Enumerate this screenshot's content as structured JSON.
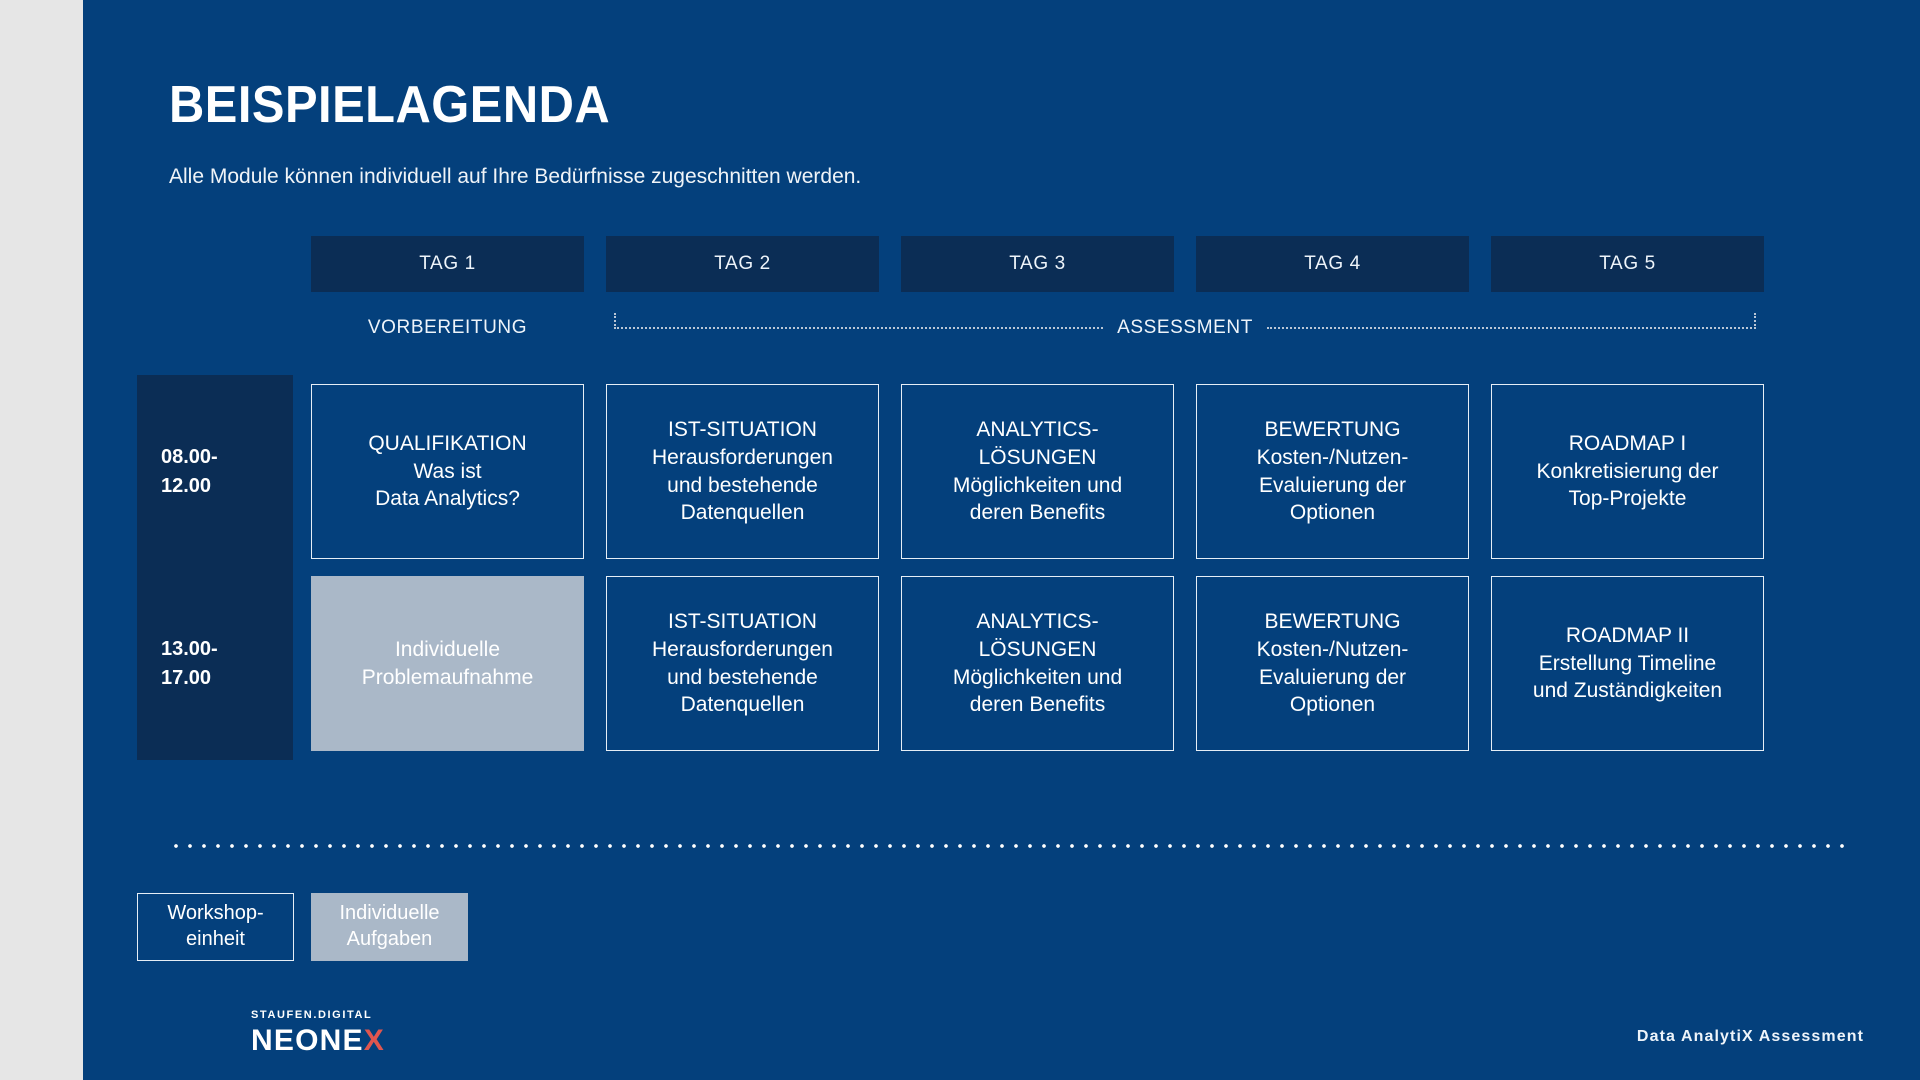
{
  "theme": {
    "slide_bg": "#04407c",
    "left_strip_bg": "#e6e6e6",
    "dark_panel": "#0b2d55",
    "accent_fill": "#aab8c8",
    "text_light": "#ffffff",
    "logo_accent": "#e0564f"
  },
  "header": {
    "title": "BEISPIELAGENDA",
    "subtitle": "Alle Module können individuell auf Ihre Bedürfnisse zugeschnitten werden."
  },
  "days": [
    {
      "label": "TAG 1"
    },
    {
      "label": "TAG 2"
    },
    {
      "label": "TAG 3"
    },
    {
      "label": "TAG 4"
    },
    {
      "label": "TAG 5"
    }
  ],
  "phases": [
    {
      "label": "VORBEREITUNG",
      "bracket": false
    },
    {
      "label": "ASSESSMENT",
      "bracket": true
    }
  ],
  "rows": [
    {
      "time": "08.00-\n12.00",
      "cells": [
        {
          "style": "outline",
          "text": "QUALIFIKATION\nWas ist\nData Analytics?"
        },
        {
          "style": "outline",
          "text": "IST-SITUATION\nHerausforderungen\nund bestehende\nDatenquellen"
        },
        {
          "style": "outline",
          "text": "ANALYTICS-\nLÖSUNGEN\nMöglichkeiten und\nderen Benefits"
        },
        {
          "style": "outline",
          "text": "BEWERTUNG\nKosten-/Nutzen-\nEvaluierung der\nOptionen"
        },
        {
          "style": "outline",
          "text": "ROADMAP I\nKonkretisierung der\nTop-Projekte"
        }
      ]
    },
    {
      "time": "13.00-\n17.00",
      "cells": [
        {
          "style": "filled",
          "text": "Individuelle\nProblemaufnahme"
        },
        {
          "style": "outline",
          "text": "IST-SITUATION\nHerausforderungen\nund bestehende\nDatenquellen"
        },
        {
          "style": "outline",
          "text": "ANALYTICS-\nLÖSUNGEN\nMöglichkeiten und\nderen Benefits"
        },
        {
          "style": "outline",
          "text": "BEWERTUNG\nKosten-/Nutzen-\nEvaluierung der\nOptionen"
        },
        {
          "style": "outline",
          "text": "ROADMAP II\nErstellung Timeline\nund Zuständigkeiten"
        }
      ]
    }
  ],
  "legend": [
    {
      "style": "outline",
      "text": "Workshop-\neinheit"
    },
    {
      "style": "filled",
      "text": "Individuelle\nAufgaben"
    }
  ],
  "logo": {
    "top": "STAUFEN.DIGITAL",
    "main_white": "NEONE",
    "main_accent": "X"
  },
  "footer": {
    "right": "Data AnalytiX Assessment"
  }
}
